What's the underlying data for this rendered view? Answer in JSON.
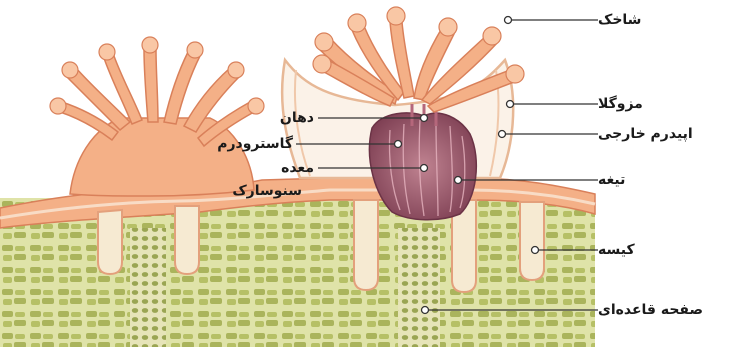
{
  "labels": {
    "shakhak": "شاخک",
    "mezogla": "مزوگلا",
    "epiderm": "اپیدرم خارجی",
    "tighe": "تیغه",
    "kise": "کیسه",
    "safhe": "صفحه قاعده‌ای",
    "dahan": "دهان",
    "gastroderm": "گاسترودرم",
    "meade": "معده",
    "sunosark": "سنوسارک"
  },
  "colors": {
    "tissue": "#f4b087",
    "tissue_dark": "#d9805a",
    "mesoglea": "#f6ead2",
    "stomach": "#a05a6c",
    "skeleton": "#c9d08a",
    "skeleton_dark": "#8f9c4a",
    "leader": "#333333"
  }
}
